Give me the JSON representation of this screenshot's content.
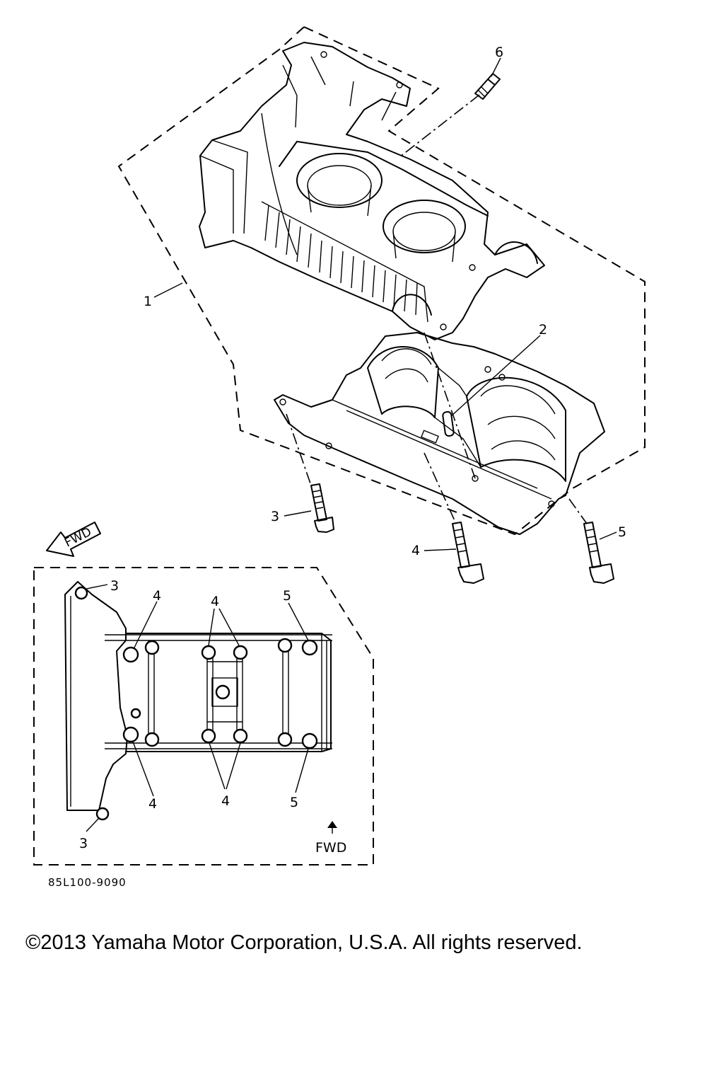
{
  "callouts": {
    "c1": "1",
    "c2": "2",
    "c3": "3",
    "c4": "4",
    "c5": "5",
    "c6": "6"
  },
  "detail_view": {
    "c3_top": "3",
    "c4_top_left": "4",
    "c4_top_center": "4",
    "c5_top": "5",
    "c4_bottom_left": "4",
    "c4_bottom_center": "4",
    "c5_bottom": "5",
    "c3_bottom": "3",
    "fwd_label": "FWD"
  },
  "fwd_arrow_label": "FWD",
  "part_code": "85L100-9090",
  "copyright": "©2013 Yamaha Motor Corporation, U.S.A. All rights reserved."
}
